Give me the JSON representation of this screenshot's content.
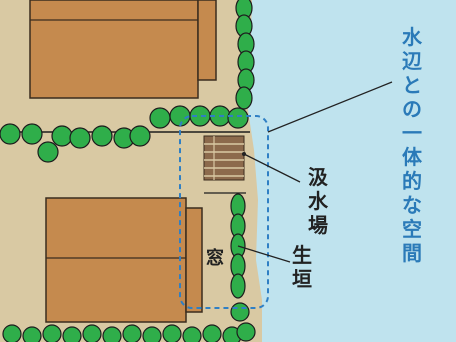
{
  "labels": {
    "water_unity": [
      "水",
      "辺",
      "と",
      "の",
      "一",
      "体",
      "的",
      "な",
      "空",
      "間"
    ],
    "kyusuiba": [
      "汲",
      "水",
      "場"
    ],
    "ikegaki": [
      "生",
      "垣"
    ],
    "window": "窓"
  },
  "colors": {
    "ground": "#d9c9a3",
    "water": "#bfe3ee",
    "roof": "#c58a4e",
    "roof_edge": "#3a2c1e",
    "hedge": "#2fae4a",
    "hedge_edge": "#1d1d1d",
    "dashed": "#2f7fc4",
    "label_blue": "#2a7ab8",
    "label_dark": "#222222",
    "steps": "#8c6a4c"
  }
}
